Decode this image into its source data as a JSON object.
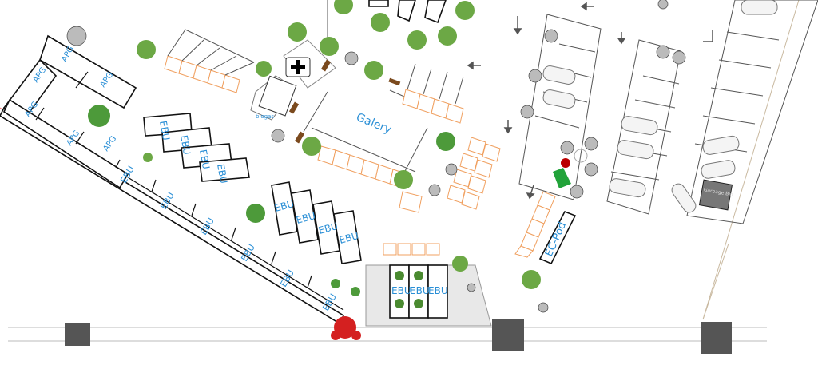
{
  "labels": {
    "apg": "APG",
    "ebu": "EBU",
    "galery": "Galery",
    "biogas": "biogas",
    "ec_pod": "EC-Pod",
    "garbage_bin": "Garbage Bin"
  },
  "colors": {
    "label": "#2a8fd6",
    "slot": "#f0a060",
    "palm": "#6ca845",
    "flower": "#d42020",
    "kiosk": "#22a33a"
  }
}
